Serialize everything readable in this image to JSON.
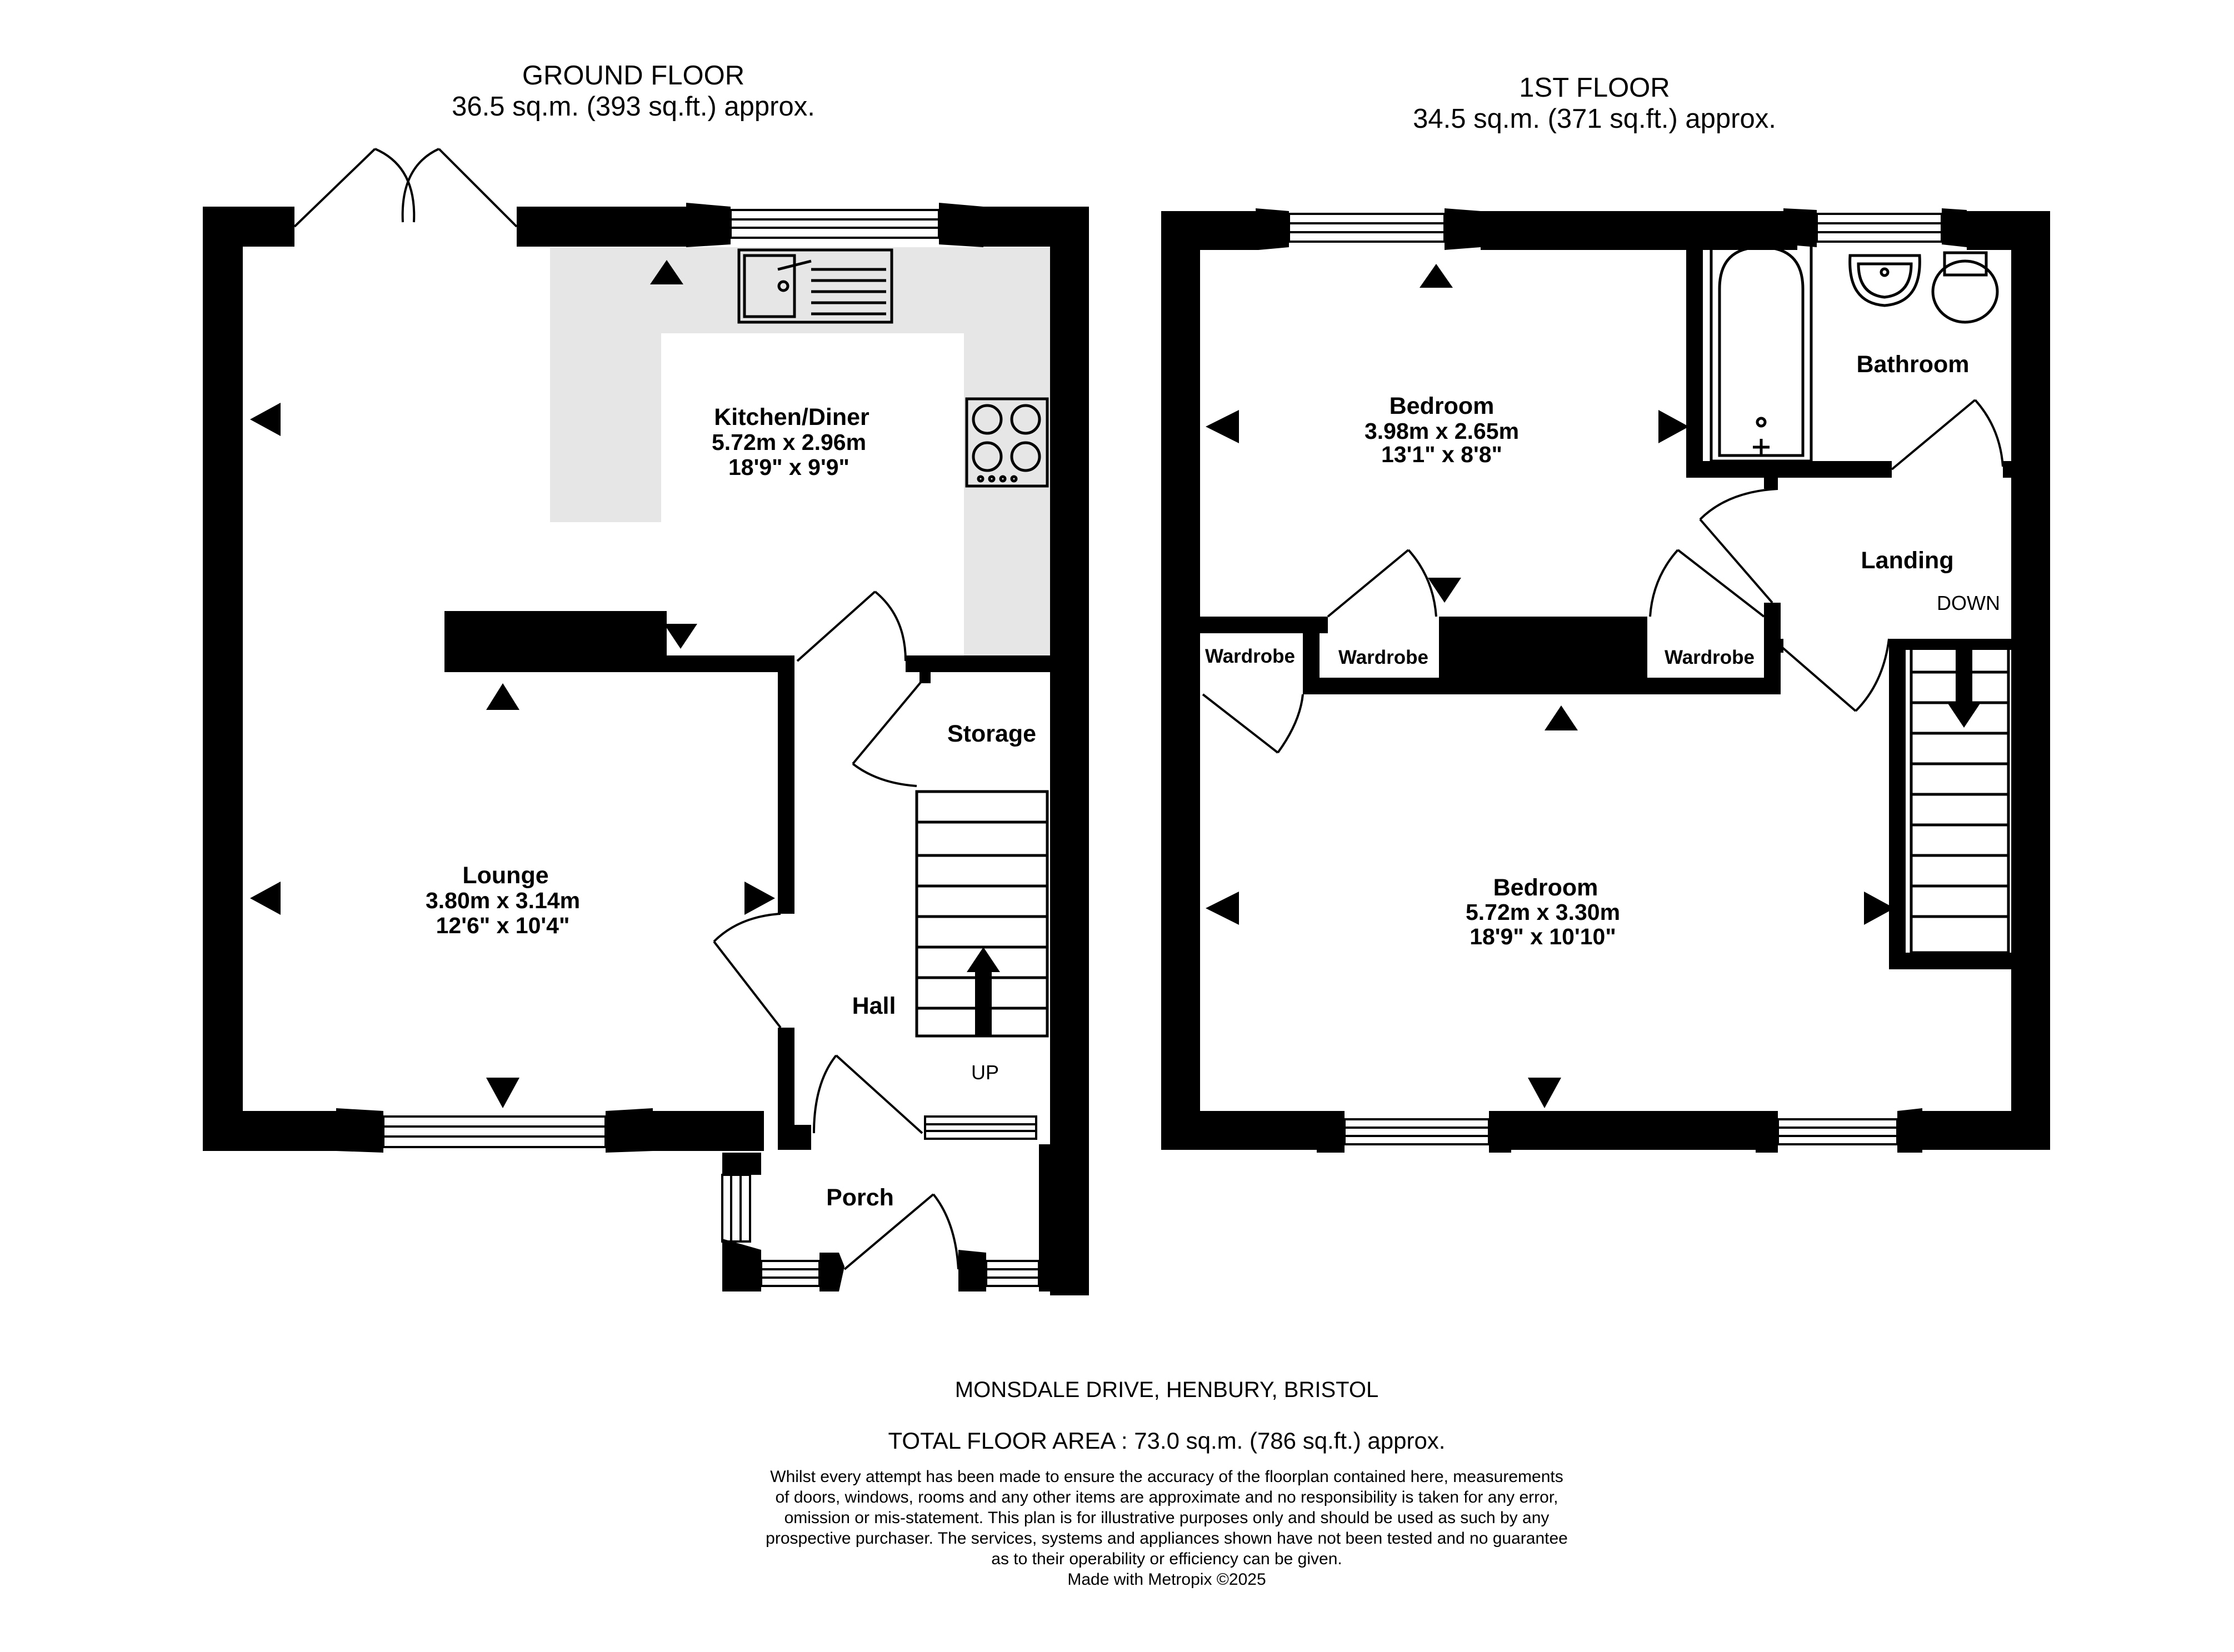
{
  "ground_floor": {
    "title": "GROUND FLOOR",
    "area": "36.5 sq.m. (393 sq.ft.) approx.",
    "rooms": {
      "kitchen": {
        "name": "Kitchen/Diner",
        "metric": "5.72m  x 2.96m",
        "imperial": "18'9\"  x 9'9\""
      },
      "lounge": {
        "name": "Lounge",
        "metric": "3.80m  x 3.14m",
        "imperial": "12'6\"  x 10'4\""
      },
      "storage": {
        "name": "Storage"
      },
      "hall": {
        "name": "Hall"
      },
      "porch": {
        "name": "Porch"
      }
    },
    "stairs_label": "UP"
  },
  "first_floor": {
    "title": "1ST FLOOR",
    "area": "34.5 sq.m. (371 sq.ft.) approx.",
    "rooms": {
      "bedroom_small": {
        "name": "Bedroom",
        "metric": "3.98m  x 2.65m",
        "imperial": "13'1\"  x 8'8\""
      },
      "bedroom_large": {
        "name": "Bedroom",
        "metric": "5.72m  x 3.30m",
        "imperial": "18'9\"  x 10'10\""
      },
      "bathroom": {
        "name": "Bathroom"
      },
      "landing": {
        "name": "Landing"
      },
      "wardrobe_1": {
        "name": "Wardrobe"
      },
      "wardrobe_2": {
        "name": "Wardrobe"
      },
      "wardrobe_3": {
        "name": "Wardrobe"
      }
    },
    "stairs_label": "DOWN"
  },
  "footer": {
    "address": "MONSDALE DRIVE, HENBURY, BRISTOL",
    "total_area": "TOTAL FLOOR AREA : 73.0 sq.m. (786 sq.ft.) approx.",
    "disclaimer": [
      "Whilst every attempt has been made to ensure the accuracy of the floorplan contained here, measurements",
      "of doors, windows, rooms and any other items are approximate and no responsibility is taken for any error,",
      "omission or mis-statement. This plan is for illustrative purposes only and should be used as such by any",
      "prospective purchaser. The services, systems and appliances shown have not been tested and no guarantee",
      "as to their operability or efficiency can be given."
    ],
    "credit": "Made with Metropix ©2025"
  },
  "colors": {
    "wall": "#000000",
    "worktop": "#e6e6e6",
    "background": "#ffffff",
    "window_glass": "#b0b0b0"
  }
}
